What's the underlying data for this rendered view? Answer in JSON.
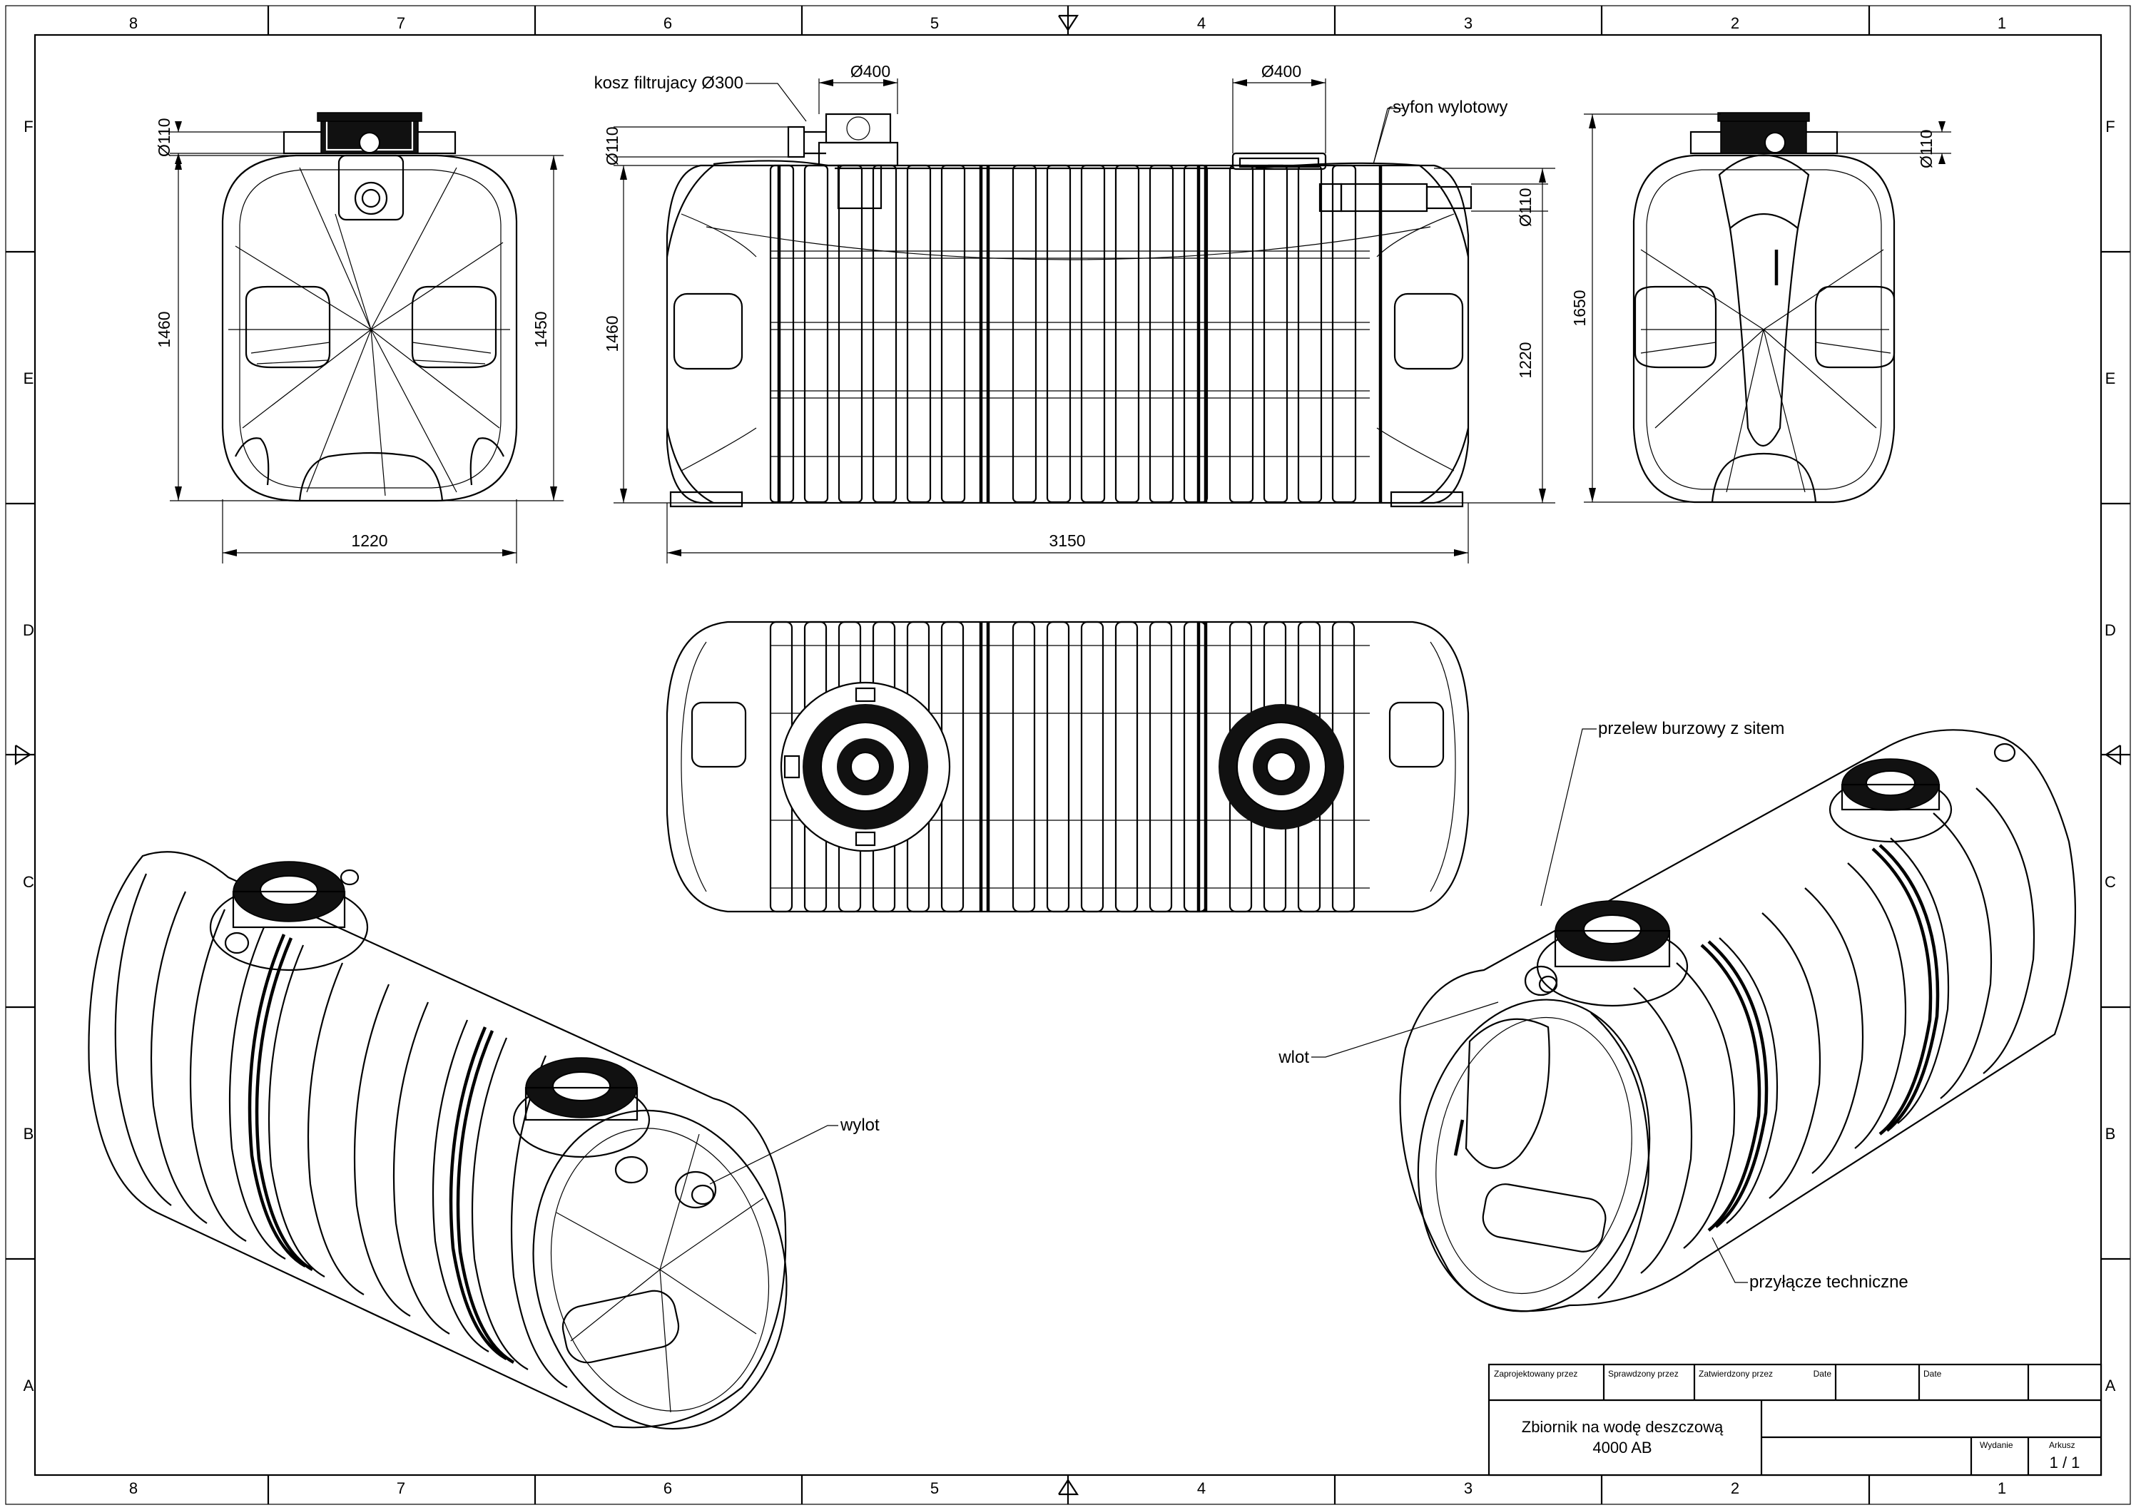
{
  "grid": {
    "columns": [
      "8",
      "7",
      "6",
      "5",
      "4",
      "3",
      "2",
      "1"
    ],
    "rows": [
      "F",
      "E",
      "D",
      "C",
      "B",
      "A"
    ]
  },
  "dimensions": {
    "front_d110": "Ø110",
    "front_height_1460": "1460",
    "front_height_1450": "1450",
    "front_width": "1220",
    "side_d400_left": "Ø400",
    "side_d400_right": "Ø400",
    "side_d110_left": "Ø110",
    "side_d110_right": "Ø110",
    "side_height_1460": "1460",
    "side_height_1220": "1220",
    "side_length": "3150",
    "rear_d110": "Ø110",
    "rear_height": "1650"
  },
  "labels": {
    "filter_basket": "kosz filtrujacy Ø300",
    "outlet_siphon": "syfon wylotowy",
    "storm_overflow": "przelew burzowy z sitem",
    "inlet": "wlot",
    "outlet": "wylot",
    "technical_connection": "przyłącze techniczne"
  },
  "title_block": {
    "designed_by": "Zaprojektowany przez",
    "checked_by": "Sprawdzony przez",
    "approved_by": "Zatwierdzony przez",
    "date_1": "Date",
    "date_2": "Date",
    "title_line_1": "Zbiornik na wodę deszczową",
    "title_line_2": "4000 AB",
    "edition_label": "Wydanie",
    "sheet_label": "Arkusz",
    "sheet_value": "1 / 1"
  }
}
